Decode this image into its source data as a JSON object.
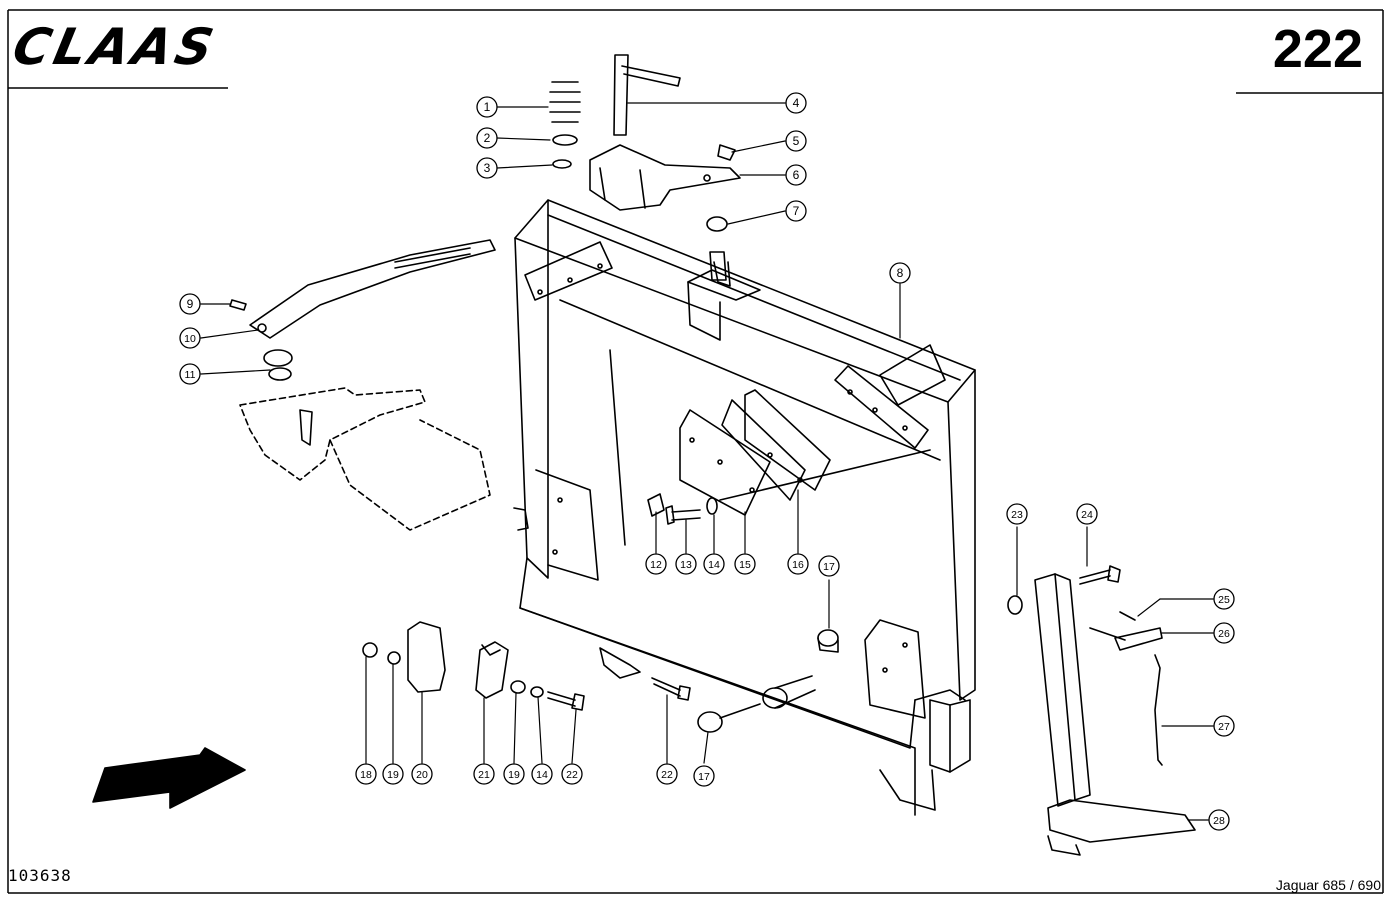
{
  "header": {
    "brand": "CLAAS",
    "page_number": "222"
  },
  "footer": {
    "drawing_number": "103638",
    "model": "Jaguar 685 / 690"
  },
  "icons": {
    "direction_arrow": "direction-arrow-icon"
  },
  "callouts": [
    "1",
    "2",
    "3",
    "4",
    "5",
    "6",
    "7",
    "8",
    "9",
    "10",
    "11",
    "12",
    "13",
    "14",
    "15",
    "16",
    "17",
    "17",
    "18",
    "19",
    "19",
    "20",
    "21",
    "14",
    "22",
    "22",
    "23",
    "24",
    "25",
    "26",
    "27",
    "28"
  ]
}
